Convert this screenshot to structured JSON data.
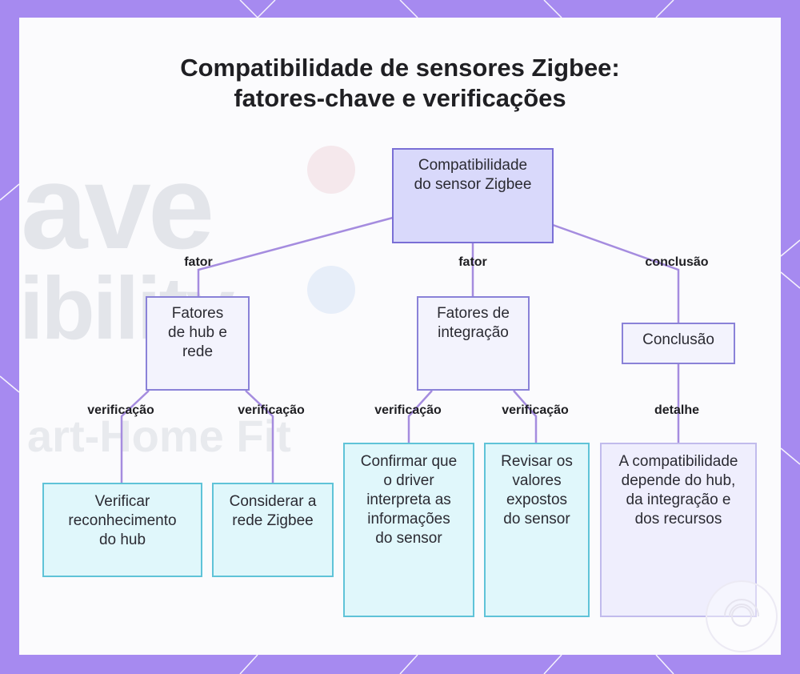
{
  "title": {
    "line1": "Compatibilidade de sensores Zigbee:",
    "line2": "fatores-chave e verificações"
  },
  "nodes": {
    "root": "Compatibilidade do sensor Zigbee",
    "hub_network": "Fatores de hub e rede",
    "integration": "Fatores de integração",
    "conclusion": "Conclusão",
    "verify_hub": "Verificar reconhecimento do hub",
    "consider_network": "Considerar a rede Zigbee",
    "confirm_driver": "Confirmar que o driver interpreta as informações do sensor",
    "review_values": "Revisar os valores expostos do sensor",
    "conclusion_detail": "A compatibilidade depende do hub, da integração e dos recursos"
  },
  "edge_labels": {
    "root_hub": "fator",
    "root_integration": "fator",
    "root_conclusion": "conclusão",
    "hub_verify": "verificação",
    "hub_consider": "verificação",
    "integration_confirm": "verificação",
    "integration_review": "verificação",
    "conclusion_detail": "detalhe"
  },
  "colors": {
    "frame": "#a68af0",
    "connector": "#a58cdf",
    "root_fill": "#d9d9fb",
    "leaf_fill": "#e0f7fb",
    "leaf_border": "#5fc3d8"
  }
}
